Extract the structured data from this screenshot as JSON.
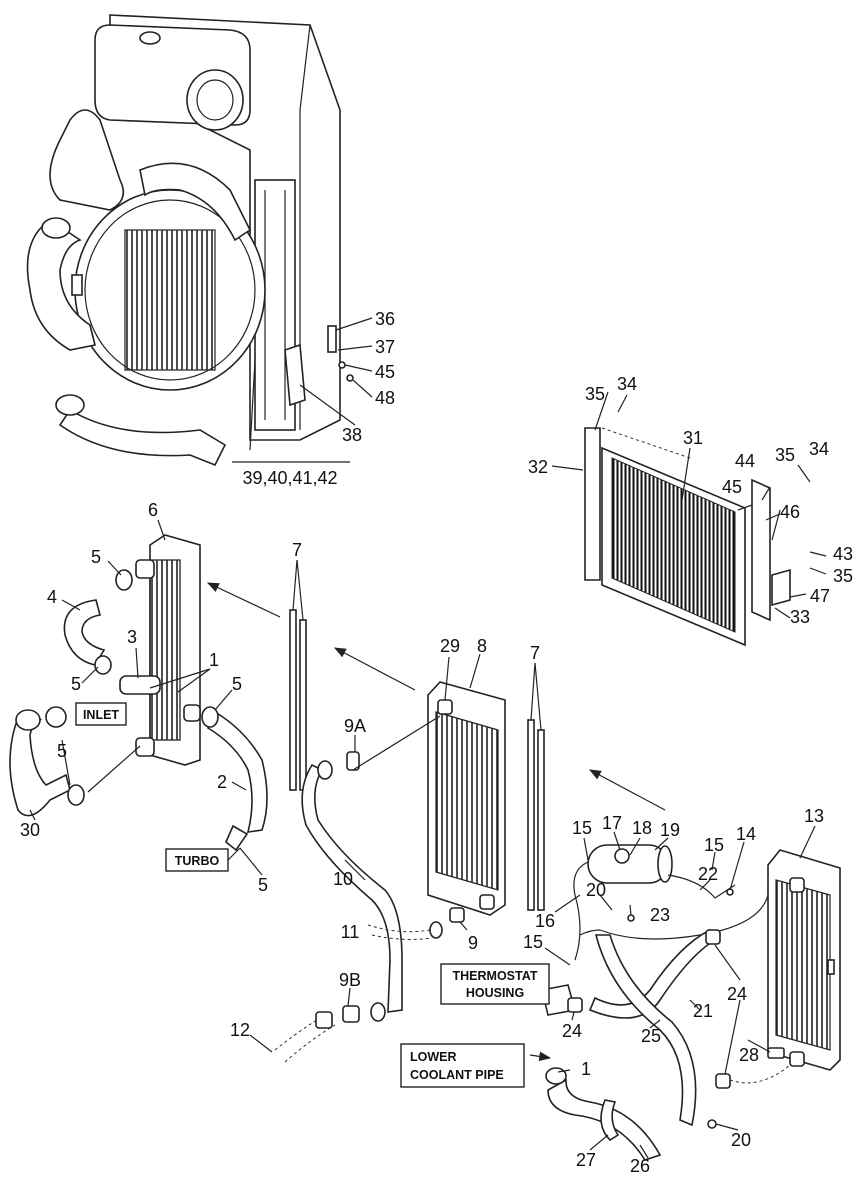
{
  "callouts": {
    "c1a": "1",
    "c1b": "1",
    "c2": "2",
    "c3": "3",
    "c4": "4",
    "c5a": "5",
    "c5b": "5",
    "c5c": "5",
    "c5d": "5",
    "c5e": "5",
    "c6": "6",
    "c7a": "7",
    "c7b": "7",
    "c8": "8",
    "c9": "9",
    "c9a": "9A",
    "c9b": "9B",
    "c10": "10",
    "c11": "11",
    "c12": "12",
    "c13": "13",
    "c14": "14",
    "c15a": "15",
    "c15b": "15",
    "c15c": "15",
    "c16": "16",
    "c17": "17",
    "c18": "18",
    "c19": "19",
    "c20a": "20",
    "c20b": "20",
    "c21": "21",
    "c22": "22",
    "c23": "23",
    "c24a": "24",
    "c24b": "24",
    "c25": "25",
    "c26": "26",
    "c27": "27",
    "c28": "28",
    "c29": "29",
    "c30": "30",
    "c31": "31",
    "c32": "32",
    "c33": "33",
    "c34a": "34",
    "c34b": "34",
    "c35a": "35",
    "c35b": "35",
    "c35c": "35",
    "c36": "36",
    "c37": "37",
    "c38": "38",
    "c39": "39,40,41,42",
    "c43": "43",
    "c44": "44",
    "c45a": "45",
    "c45b": "45",
    "c46": "46",
    "c47": "47",
    "c48": "48"
  },
  "boxes": {
    "inlet": "INLET",
    "turbo": "TURBO",
    "thermostat_1": "THERMOSTAT",
    "thermostat_2": "HOUSING",
    "lower_1": "LOWER",
    "lower_2": "COOLANT PIPE"
  }
}
